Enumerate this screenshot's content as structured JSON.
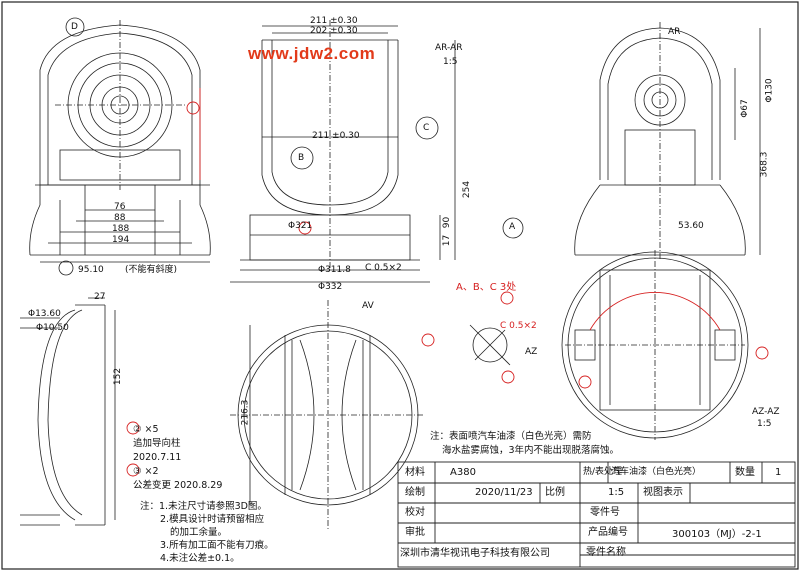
{
  "watermark": "www.jdw2.com",
  "notes": {
    "surface": [
      "注：表面喷汽车油漆（白色光亮）需防",
      "海水盐雾腐蚀，3年内不能出现脱落腐蚀。"
    ],
    "general": [
      "注：1.未注尺寸请参照3D图。",
      "2.模具设计时请预留相应",
      "的加工余量。",
      "3.所有加工面不能有刀痕。",
      "4.未注公差±0.1。"
    ]
  },
  "revisions": [
    "② ×5",
    "追加导向柱",
    "2020.7.11",
    "③ ×2",
    "公差变更 2020.8.29"
  ],
  "section_labels": {
    "ar_ar": "AR-AR",
    "ar_scale": "1:5",
    "az_az": "AZ-AZ",
    "az_scale": "1:5",
    "abc": "A、B、C 3处",
    "detail_d": "D",
    "detail_b": "B",
    "detail_c": "C",
    "datum_a": "A",
    "view_ar": "AR",
    "view_av": "AV",
    "view_az": "AZ"
  },
  "dimensions": {
    "d211": "211 ±0.30",
    "d202": "202 ±0.30",
    "d211b": "211 ±0.30",
    "d311": "Φ311.8",
    "d332": "Φ332",
    "d321": "Φ321",
    "d194": "194",
    "d188": "188",
    "d88": "88",
    "d76": "76",
    "d95": "95.10",
    "d254": "254",
    "d90": "90",
    "d17": "17",
    "d368": "368.3",
    "d130": "Φ130",
    "d67": "Φ67",
    "d53": "53.60",
    "d1360": "Φ13.60",
    "d1050": "Φ10.50",
    "d27": "27",
    "d152": "152",
    "d2163": "216.3",
    "c05": "C 0.5×2",
    "c05b": "C 0.5×2",
    "slope": "(不能有斜度)"
  },
  "title_block": {
    "material_label": "材料",
    "material": "A380",
    "heat_label": "热/表处理",
    "heat": "汽车油漆（白色光亮）",
    "qty_label": "数量",
    "qty": "1",
    "drawn_label": "绘制",
    "date": "2020/11/23",
    "scale_label": "比例",
    "scale": "1:5",
    "view_label": "视图表示",
    "check_label": "校对",
    "part_no_label": "零件号",
    "approve_label": "审批",
    "product_label": "产品编号",
    "product_no": "300103（MJ）-2-1",
    "company": "深圳市清华视讯电子科技有限公司",
    "part_name_label": "零件名称"
  }
}
